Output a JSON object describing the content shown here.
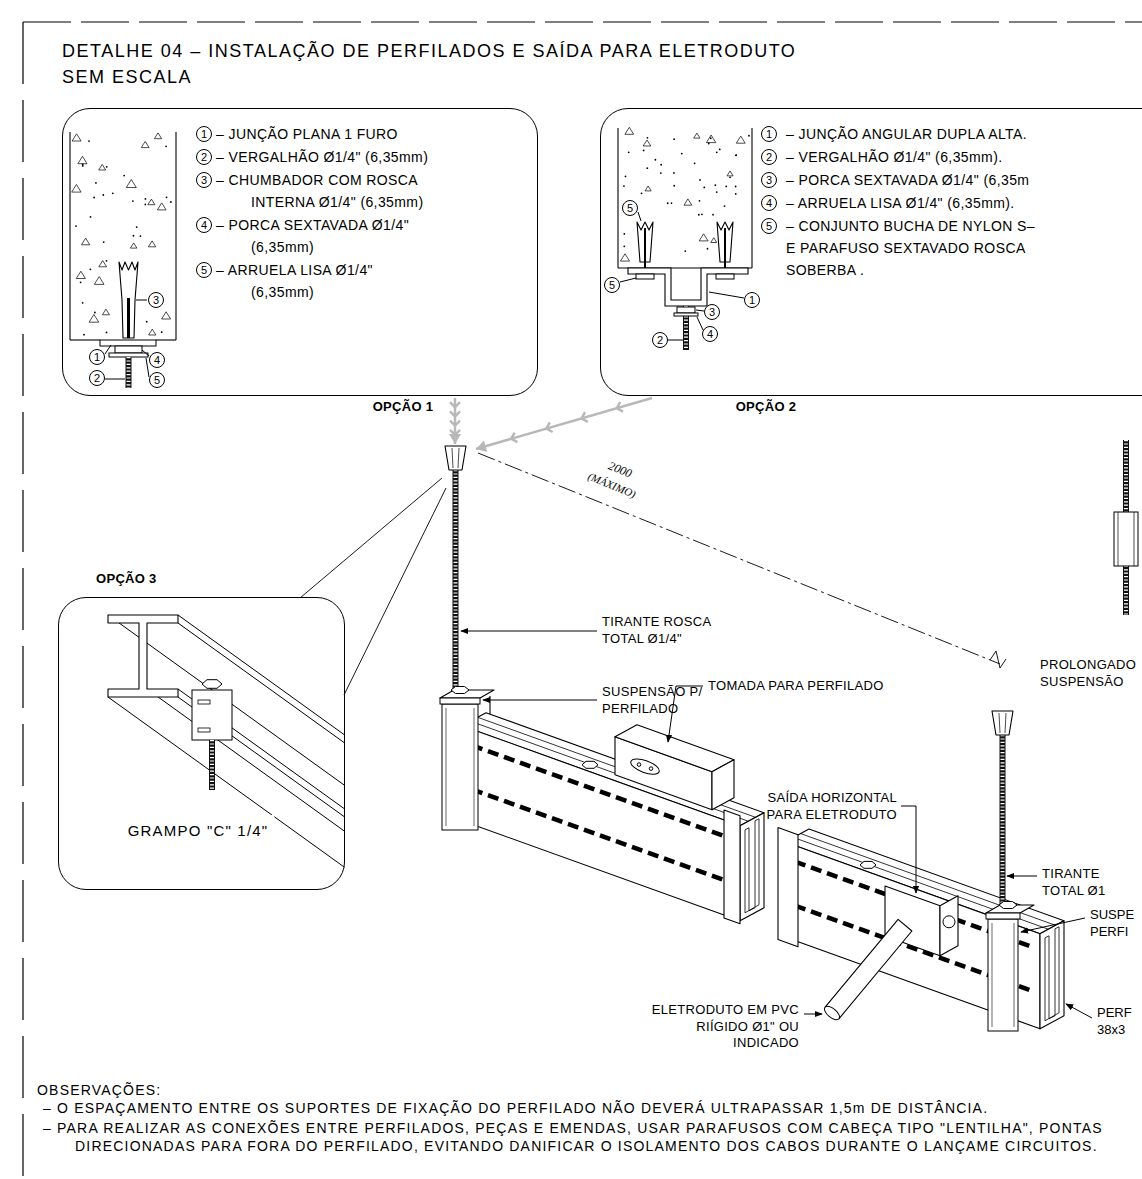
{
  "diagram": {
    "title": "DETALHE 04 – INSTALAÇÃO DE PERFILADOS E SAÍDA PARA ELETRODUTO",
    "nodes": [
      {
        "text": [
          "OPÇÃO 1",
          "1",
          "– JUNÇÃO PLANA 1 FURO",
          "2",
          "– VERGALHÃO Ø1/4\" (6,35mm)",
          "3",
          "– CHUMBADOR COM ROSCA INTERNA Ø1/4\" (6,35mm)",
          "4",
          "– PORCA SEXTAVADA Ø1/4\" (6,35mm)",
          "5",
          "– ARRUELA LISA Ø1/4\" (6,35mm)"
        ]
      },
      {
        "text": [
          "OPÇÃO 2",
          "1",
          "– JUNÇÃO ANGULAR DUPLA ALTA.",
          "2",
          "– VERGALHÃO Ø1/4\" (6,35mm).",
          "3",
          "– PORCA SEXTAVADA Ø1/4\" (6,35m",
          "4",
          "– ARRUELA LISA Ø1/4\" (6,35mm).",
          "5",
          "– CONJUNTO BUCHA DE NYLON S– E PARAFUSO SEXTAVADO ROSCA SOBERBA ."
        ]
      },
      {
        "text": [
          "OPÇÃO 3",
          "GRAMPO \"C\" 1/4\""
        ]
      }
    ],
    "labels": [
      "SEM ESCALA",
      "3",
      "1",
      "4",
      "5",
      "2",
      "5",
      "5",
      "1",
      "3",
      "2",
      "4",
      "2000",
      "(MÁXIMO)",
      "TIRANTE ROSCA TOTAL Ø1/4\"",
      "SUSPENSÃO P/ PERFILADO",
      "TOMADA PARA PERFILADO",
      "PROLONGADO SUSPENSÃO",
      "SAÍDA HORIZONTAL PARA ELETRODUTO",
      "TIRANTE TOTAL Ø1",
      "SUSPE PERFI",
      "ELETRODUTO EM PVC RIÍGIDO Ø1\" OU INDICADO",
      "PERF 38x3",
      "OBSERVAÇÕES:",
      "– O ESPAÇAMENTO ENTRE OS SUPORTES DE FIXAÇÃO DO PERFILADO NÃO DEVERÁ ULTRAPASSAR 1,5m DE DISTÂNCIA.",
      "– PARA REALIZAR AS CONEXÕES ENTRE PERFILADOS, PEÇAS E EMENDAS, USAR PARAFUSOS COM CABEÇA TIPO \"LENTILHA\", PONTAS DIRECIONADAS PARA FORA DO PERFILADO, EVITANDO DANIFICAR O ISOLAMENTO DOS CABOS DURANTE O LANÇAME CIRCUITOS."
    ]
  }
}
